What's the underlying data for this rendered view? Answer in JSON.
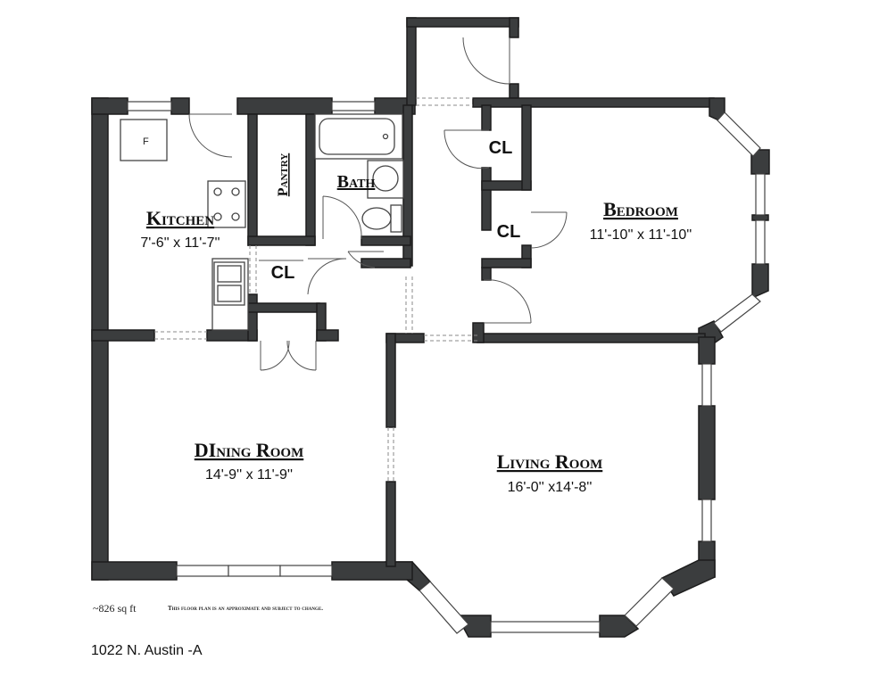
{
  "rooms": {
    "kitchen": {
      "name": "Kitchen",
      "dims": "7'-6'' x 11'-7''"
    },
    "pantry": {
      "name": "Pantry"
    },
    "bath": {
      "name": "Bath"
    },
    "closet_hall": {
      "name": "CL"
    },
    "closet_upper": {
      "name": "CL"
    },
    "closet_lower": {
      "name": "CL"
    },
    "bedroom": {
      "name": "Bedroom",
      "dims": "11'-10'' x 11'-10''"
    },
    "dining": {
      "name": "DIning Room",
      "dims": "14'-9'' x 11'-9''"
    },
    "living": {
      "name": "Living Room",
      "dims": "16'-0'' x14'-8''"
    }
  },
  "fixtures": {
    "fridge_label": "F"
  },
  "footer": {
    "area": "~826 sq ft",
    "disclaimer": "This floor plan is an approximate and subject to change.",
    "address": "1022 N. Austin -A"
  },
  "colors": {
    "wall": "#3b3d3e",
    "background": "#ffffff"
  }
}
